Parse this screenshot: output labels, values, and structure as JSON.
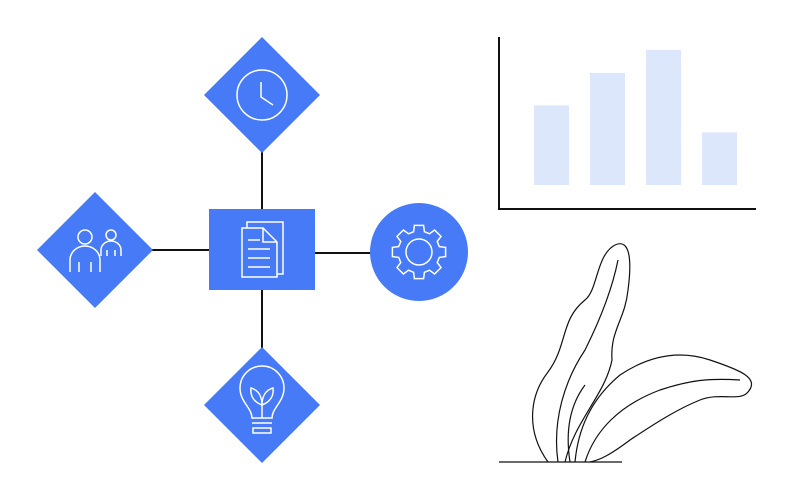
{
  "colors": {
    "accent": "#467AF6",
    "bar_fill": "#DCE7FB",
    "line": "#111111",
    "icon_stroke": "#FFFFFF"
  },
  "hub": {
    "icon": "documents-icon"
  },
  "nodes": [
    {
      "position": "top",
      "shape": "diamond",
      "icon": "clock-icon"
    },
    {
      "position": "left",
      "shape": "diamond",
      "icon": "users-icon"
    },
    {
      "position": "right",
      "shape": "circle",
      "icon": "gear-icon"
    },
    {
      "position": "bottom",
      "shape": "diamond",
      "icon": "lightbulb-icon"
    }
  ],
  "chart_data": {
    "type": "bar",
    "categories": [
      "",
      "",
      "",
      ""
    ],
    "values": [
      0.59,
      0.83,
      1.0,
      0.39
    ],
    "title": "",
    "xlabel": "",
    "ylabel": "",
    "grid": false
  },
  "decoration": {
    "plant": "leaf-line-art"
  }
}
